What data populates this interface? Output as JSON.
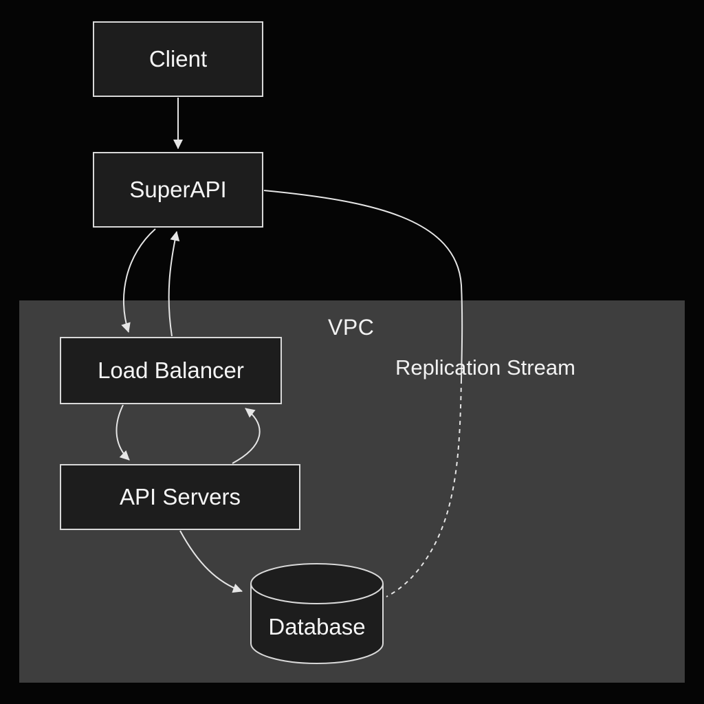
{
  "diagram": {
    "type": "architecture-flow",
    "vpc_label": "VPC",
    "nodes": {
      "client": "Client",
      "superapi": "SuperAPI",
      "load_balancer": "Load Balancer",
      "api_servers": "API Servers",
      "database": "Database"
    },
    "labels": {
      "replication_stream": "Replication Stream"
    },
    "edges": [
      {
        "from": "Client",
        "to": "SuperAPI",
        "style": "solid",
        "arrow": "to"
      },
      {
        "from": "SuperAPI",
        "to": "Load Balancer",
        "style": "solid",
        "arrow": "to"
      },
      {
        "from": "Load Balancer",
        "to": "SuperAPI",
        "style": "solid",
        "arrow": "to"
      },
      {
        "from": "Load Balancer",
        "to": "API Servers",
        "style": "solid",
        "arrow": "to"
      },
      {
        "from": "API Servers",
        "to": "Load Balancer",
        "style": "solid",
        "arrow": "to"
      },
      {
        "from": "API Servers",
        "to": "Database",
        "style": "solid",
        "arrow": "to"
      },
      {
        "from": "SuperAPI",
        "to": "Database",
        "style": "solid-then-dashed",
        "arrow": "none",
        "label": "Replication Stream"
      }
    ],
    "colors": {
      "background": "#050505",
      "vpc_fill": "#3e3e3e",
      "node_fill": "#1d1d1d",
      "node_border": "#d9d9d9",
      "text": "#f2f2f2",
      "connector": "#e6e6e6"
    }
  }
}
